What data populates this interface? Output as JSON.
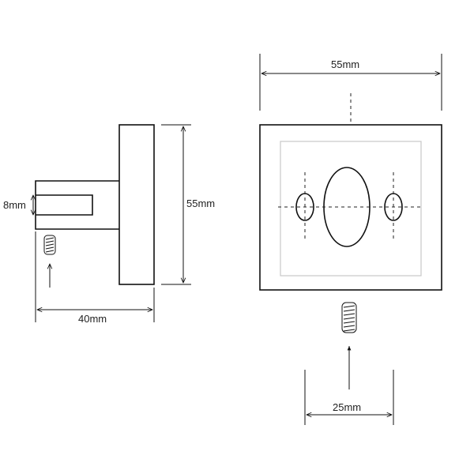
{
  "side_view": {
    "height_label": "55mm",
    "slot_label": "8mm",
    "depth_label": "40mm"
  },
  "front_view": {
    "width_label": "55mm",
    "hole_spacing_label": "25mm"
  },
  "colors": {
    "line": "#111111",
    "inner_plate": "#c8c8c8",
    "background": "#ffffff"
  }
}
